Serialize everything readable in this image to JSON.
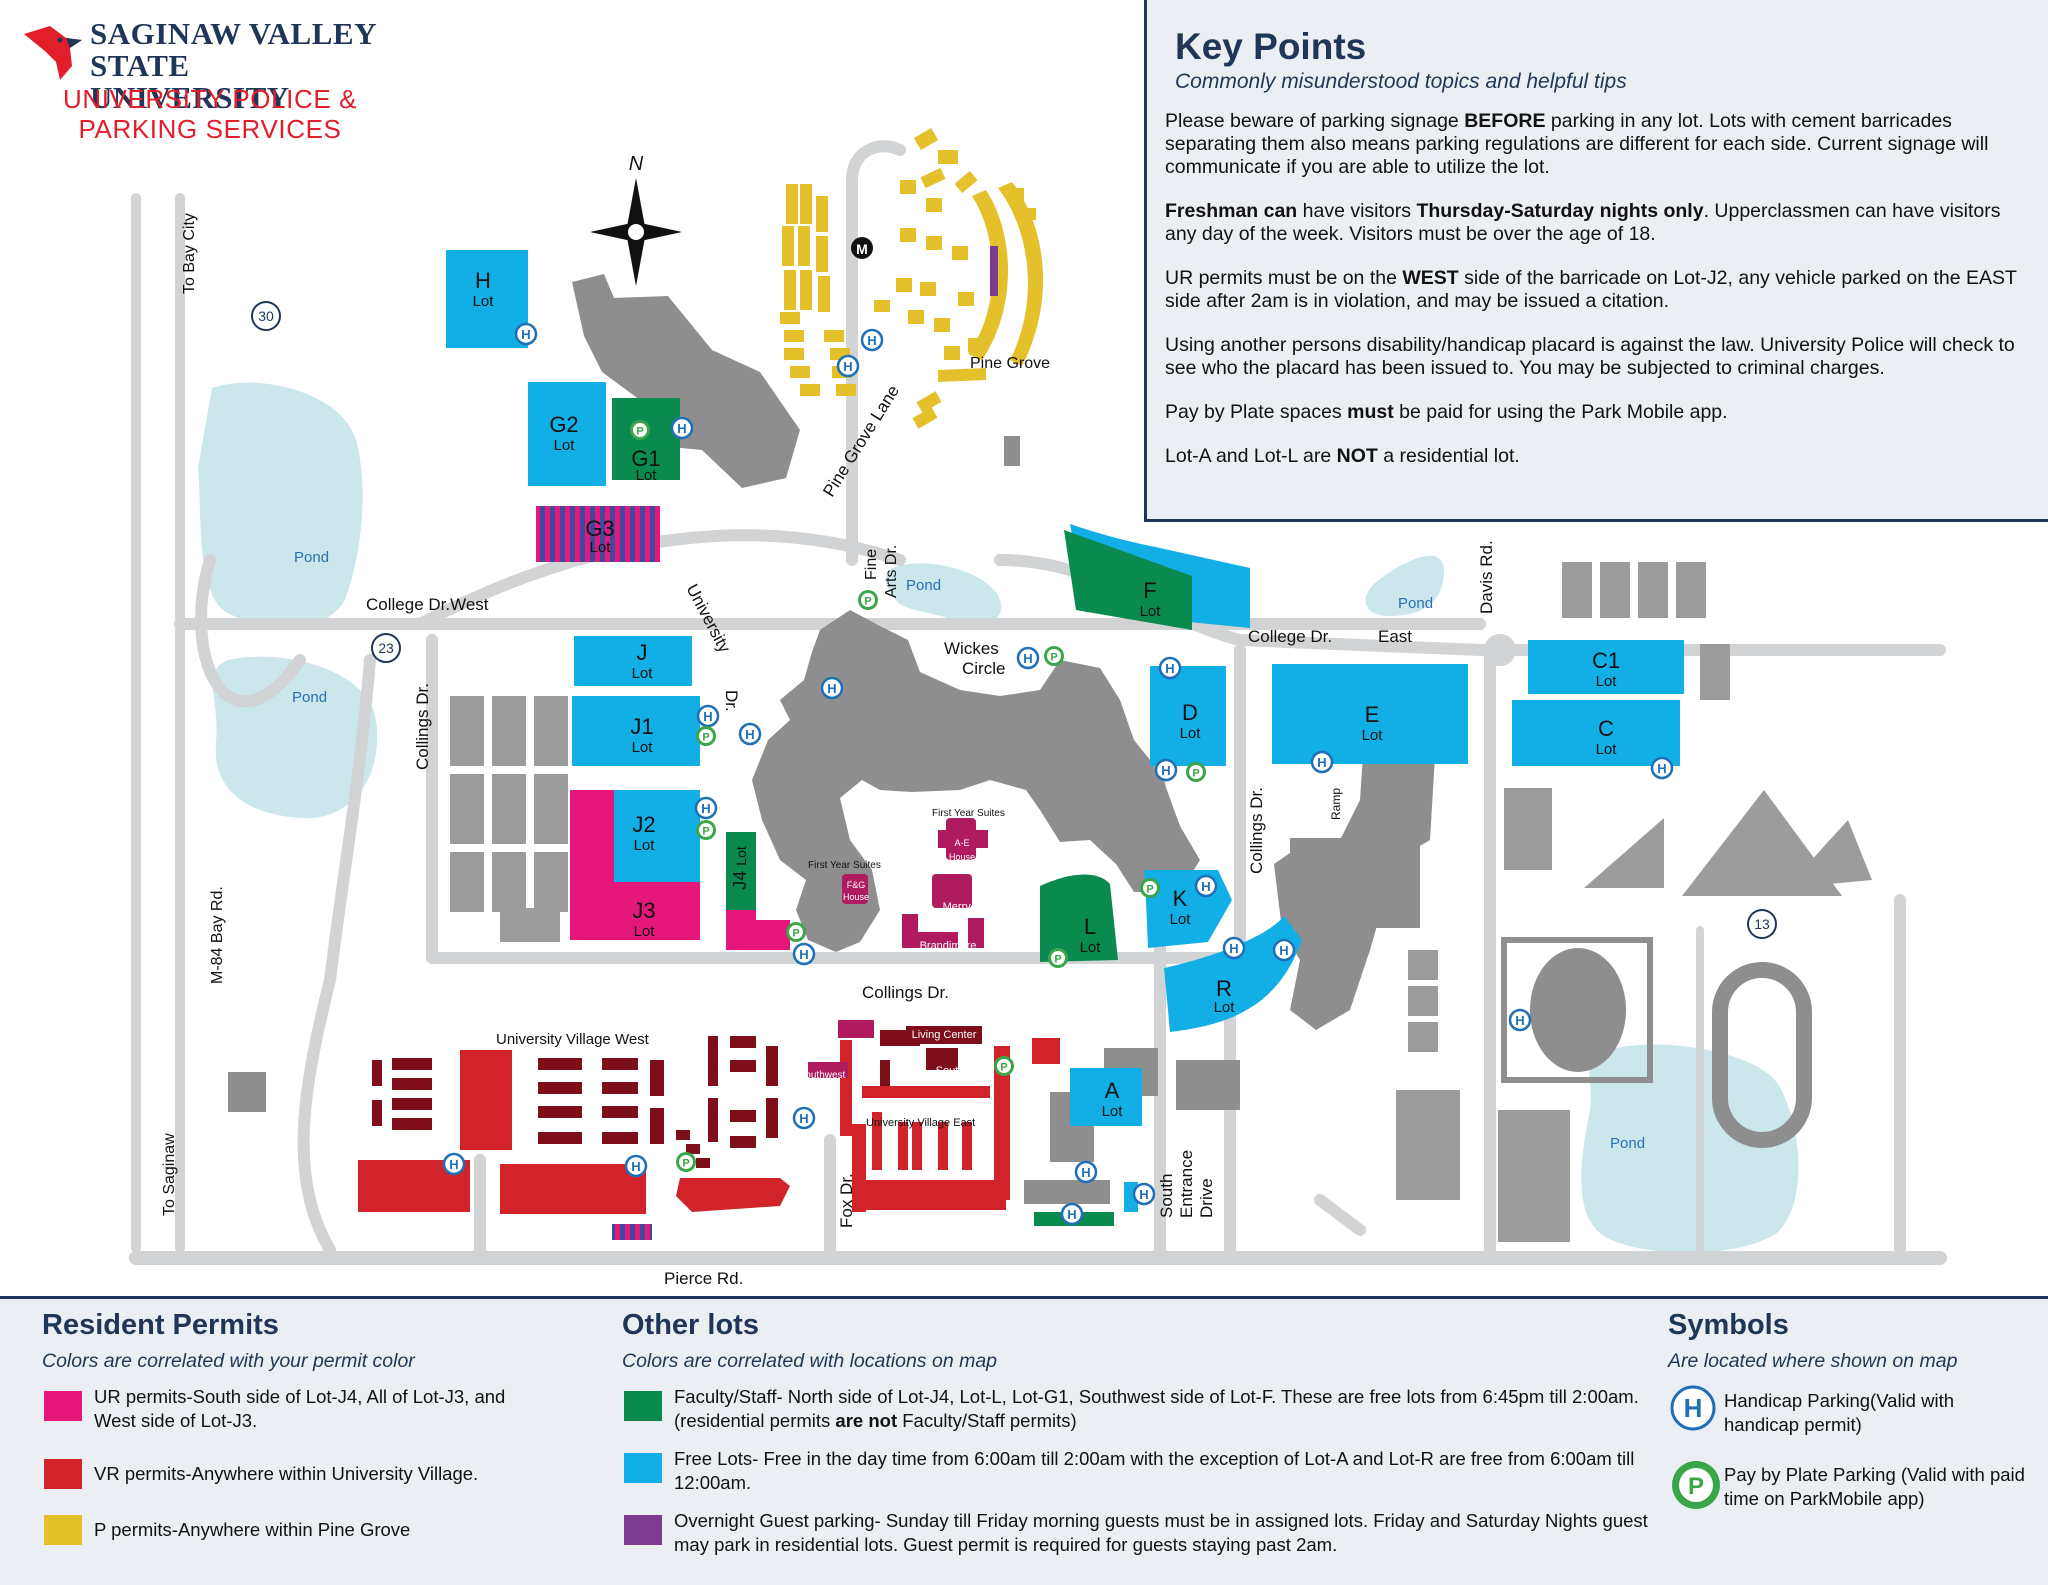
{
  "header": {
    "university_line1": "SAGINAW VALLEY",
    "university_line2": "STATE UNIVERSITY",
    "department_line1": "UNIVERSITY POLICE &",
    "department_line2": "PARKING SERVICES"
  },
  "key_points": {
    "title": "Key Points",
    "subtitle": "Commonly misunderstood topics and helpful tips",
    "items": [
      {
        "parts": [
          "Please beware of parking signage ",
          "BEFORE",
          " parking in any lot. Lots with cement barricades separating them also means parking regulations are different for each side. Current signage will communicate if you are able to utilize the lot."
        ]
      },
      {
        "parts": [
          "Freshman can",
          " have visitors ",
          "Thursday-Saturday nights only",
          ". Upperclassmen can have visitors any day of the week. Visitors must be over the age of 18."
        ]
      },
      {
        "parts": [
          "UR permits must be on the ",
          "WEST",
          " side of the barricade on Lot-J2, any vehicle parked on the EAST side after 2am is in violation, and may be issued a citation."
        ]
      },
      {
        "parts": [
          "Using another persons disability/handicap placard is against the law. University Police will check to see who the placard has been issued to. You may be subjected to criminal charges."
        ]
      },
      {
        "parts": [
          "Pay by Plate spaces ",
          "must",
          " be paid for using the Park Mobile app."
        ]
      },
      {
        "parts": [
          "Lot-A and Lot-L are ",
          "NOT",
          " a residential lot."
        ]
      }
    ]
  },
  "colors": {
    "navy": "#1f3658",
    "red": "#e31e2b",
    "ur_pink": "#e5177a",
    "vr_red": "#d2232a",
    "p_yellow": "#e4c12a",
    "faculty_green": "#0a8a4e",
    "free_blue": "#12aee6",
    "guest_purple": "#7c3b8e",
    "village_maroon": "#7e0f1a",
    "suites_magenta": "#b01a5e",
    "pond": "#cce7ec",
    "building": "#8e8e8e",
    "road": "#d1d3d4"
  },
  "map": {
    "lots": [
      {
        "letter": "H",
        "sub": "Lot"
      },
      {
        "letter": "G2",
        "sub": "Lot"
      },
      {
        "letter": "G1",
        "sub": "Lot"
      },
      {
        "letter": "G3",
        "sub": "Lot"
      },
      {
        "letter": "J",
        "sub": "Lot"
      },
      {
        "letter": "J1",
        "sub": "Lot"
      },
      {
        "letter": "J2",
        "sub": "Lot"
      },
      {
        "letter": "J3",
        "sub": "Lot"
      },
      {
        "letter": "J4",
        "sub": "Lot"
      },
      {
        "letter": "F",
        "sub": "Lot"
      },
      {
        "letter": "D",
        "sub": "Lot"
      },
      {
        "letter": "E",
        "sub": "Lot"
      },
      {
        "letter": "C1",
        "sub": "Lot"
      },
      {
        "letter": "C",
        "sub": "Lot"
      },
      {
        "letter": "K",
        "sub": "Lot"
      },
      {
        "letter": "L",
        "sub": "Lot"
      },
      {
        "letter": "R",
        "sub": "Lot"
      },
      {
        "letter": "A",
        "sub": "Lot"
      }
    ],
    "labels": {
      "to_bay_city": "To Bay City",
      "to_saginaw": "To Saginaw",
      "m84": "M-84 Bay Rd.",
      "route_30": "30",
      "route_23": "23",
      "route_13": "13",
      "pond": "Pond",
      "college_dr_west": "College Dr.West",
      "college_dr": "College Dr.",
      "east": "East",
      "collings_dr": "Collings Dr.",
      "university": "University",
      "dr": "Dr.",
      "pine_grove_lane": "Pine Grove Lane",
      "pine_grove": "Pine Grove",
      "fine_arts_1": "Fine",
      "fine_arts_2": "Arts Dr.",
      "wickes_1": "Wickes",
      "wickes_2": "Circle",
      "davis_rd": "Davis Rd.",
      "ramp": "Ramp",
      "first_year_suites": "First Year Suites",
      "ae_1": "A-E",
      "ae_2": "House",
      "fg_1": "F&G",
      "fg_2": "House",
      "merry_jo": "Merry Jo",
      "brandimore": "Brandimore",
      "uvw": "University Village West",
      "uve": "University Village East",
      "living_center": "Living Center",
      "south": "South",
      "southwest": "Southwest",
      "fox_dr": "Fox Dr.",
      "south_entrance_1": "South",
      "south_entrance_2": "Entrance",
      "south_entrance_3": "Drive",
      "pierce_rd": "Pierce Rd.",
      "north": "N",
      "m": "M"
    }
  },
  "legend": {
    "resident": {
      "title": "Resident Permits",
      "subtitle": "Colors are correlated with your permit color",
      "items": [
        {
          "color": "#e5177a",
          "text": "UR permits-South side of Lot-J4, All of Lot-J3, and West side of Lot-J3."
        },
        {
          "color": "#d2232a",
          "text": "VR permits-Anywhere within University Village."
        },
        {
          "color": "#e4c12a",
          "text": "P permits-Anywhere within Pine Grove"
        }
      ]
    },
    "other": {
      "title": "Other lots",
      "subtitle": "Colors are correlated with locations on map",
      "items": [
        {
          "color": "#0a8a4e",
          "parts": [
            "Faculty/Staff- North side of Lot-J4, Lot-L, Lot-G1, Southwest side of Lot-F. These are free lots from 6:45pm till 2:00am. (residential permits ",
            "are not",
            " Faculty/Staff permits)"
          ]
        },
        {
          "color": "#12aee6",
          "parts": [
            "Free Lots- Free in the day time from 6:00am till 2:00am with the exception of Lot-A and Lot-R are free from 6:00am till 12:00am."
          ]
        },
        {
          "color": "#7c3b8e",
          "parts": [
            "Overnight Guest parking- Sunday till Friday morning guests must be in assigned lots. Friday and Saturday Nights guest may park in residential lots. Guest permit is required for guests staying past 2am."
          ]
        }
      ]
    },
    "symbols": {
      "title": "Symbols",
      "subtitle": "Are located where shown on map",
      "items": [
        {
          "icon": "handicap-icon",
          "glyph": "H",
          "color": "#1f6fb8",
          "text": "Handicap Parking(Valid with handicap permit)"
        },
        {
          "icon": "pay-by-plate-icon",
          "glyph": "P",
          "color": "#3aa649",
          "text": "Pay by Plate Parking (Valid with paid time on ParkMobile app)"
        }
      ]
    }
  }
}
